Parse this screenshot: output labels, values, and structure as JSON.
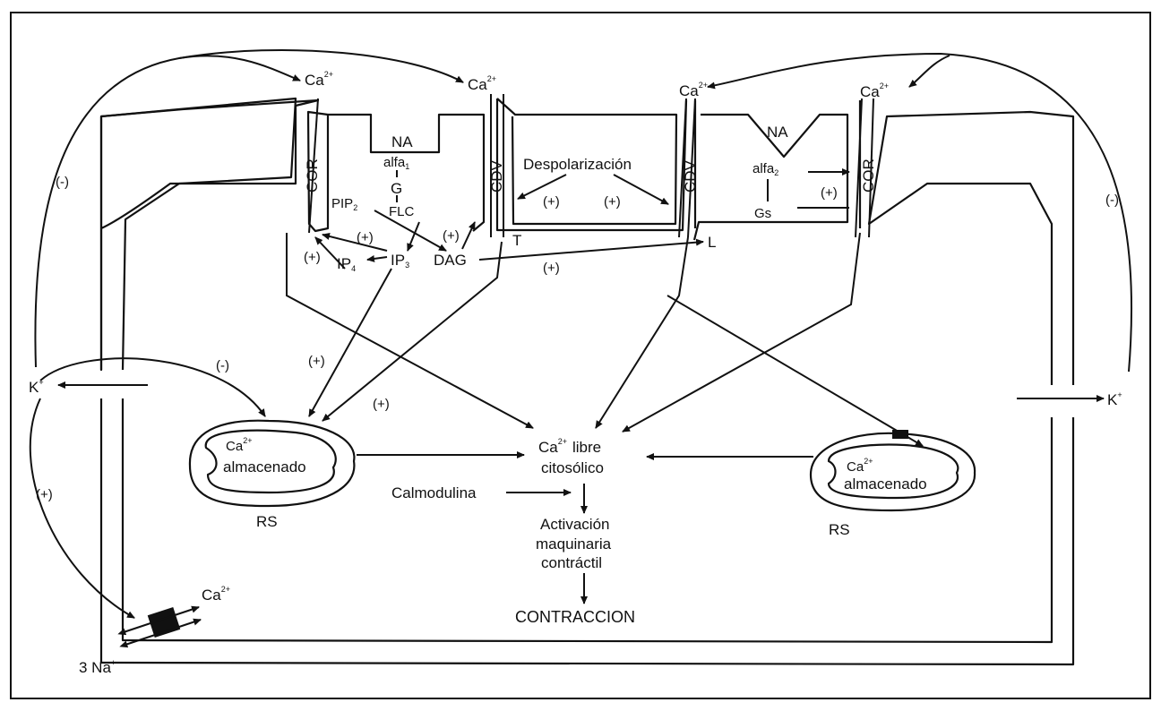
{
  "labels": {
    "ca": "Ca",
    "ca_sup": "2+",
    "cor": "COR",
    "cdv": "CDV",
    "na_receptor": "NA",
    "alfa1": "alfa",
    "alfa1_sub": "1",
    "g": "G",
    "pip2": "PIP",
    "pip2_sub": "2",
    "flc": "FLC",
    "ip3": "IP",
    "ip3_sub": "3",
    "ip4": "IP",
    "ip4_sub": "4",
    "dag": "DAG",
    "despolarizacion": "Despolarización",
    "t_channel": "T",
    "l_channel": "L",
    "alfa2": "alfa",
    "alfa2_sub": "2",
    "gs": "Gs",
    "plus": "(+)",
    "minus": "(-)",
    "minus_tick": "(-)",
    "k": "K",
    "k_sup": "+",
    "ca_free_1": "libre",
    "ca_free_2": "citosólico",
    "ca_stored_2": "almacenado",
    "rs": "RS",
    "calmodulina": "Calmodulina",
    "activation_1": "Activación",
    "activation_2": "maquinaria",
    "activation_3": "contráctil",
    "contraction": "CONTRACCION",
    "na3": "3 Na",
    "na_sup": "+"
  },
  "colors": {
    "ink": "#111111",
    "paper": "#ffffff",
    "exchanger": "#111111"
  }
}
